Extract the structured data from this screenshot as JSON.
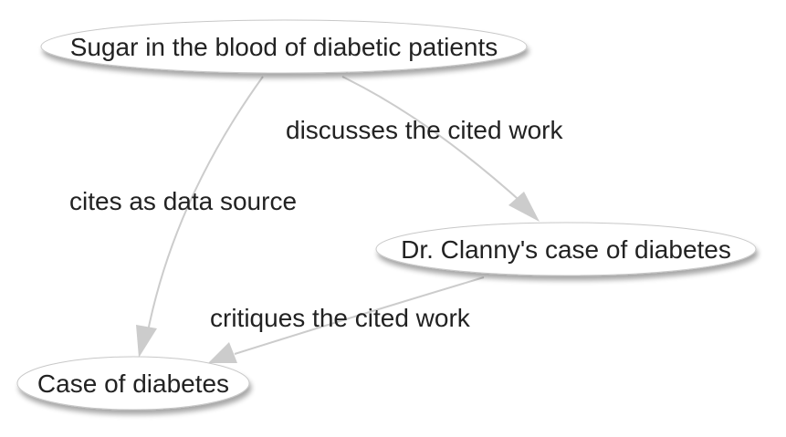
{
  "diagram": {
    "nodes": {
      "sugar": {
        "label": "Sugar in the blood of diabetic patients"
      },
      "clanny": {
        "label": "Dr. Clanny's case of diabetes"
      },
      "case": {
        "label": "Case of diabetes"
      }
    },
    "edges": {
      "sugar_to_clanny": {
        "label": "discusses the cited work",
        "from": "sugar",
        "to": "clanny"
      },
      "sugar_to_case": {
        "label": "cites as data source",
        "from": "sugar",
        "to": "case"
      },
      "clanny_to_case": {
        "label": "critiques the cited work",
        "from": "clanny",
        "to": "case"
      }
    },
    "colors": {
      "edge": "#cccccc",
      "node_border": "#c8c8c8",
      "text": "#222222",
      "background": "#ffffff"
    }
  }
}
